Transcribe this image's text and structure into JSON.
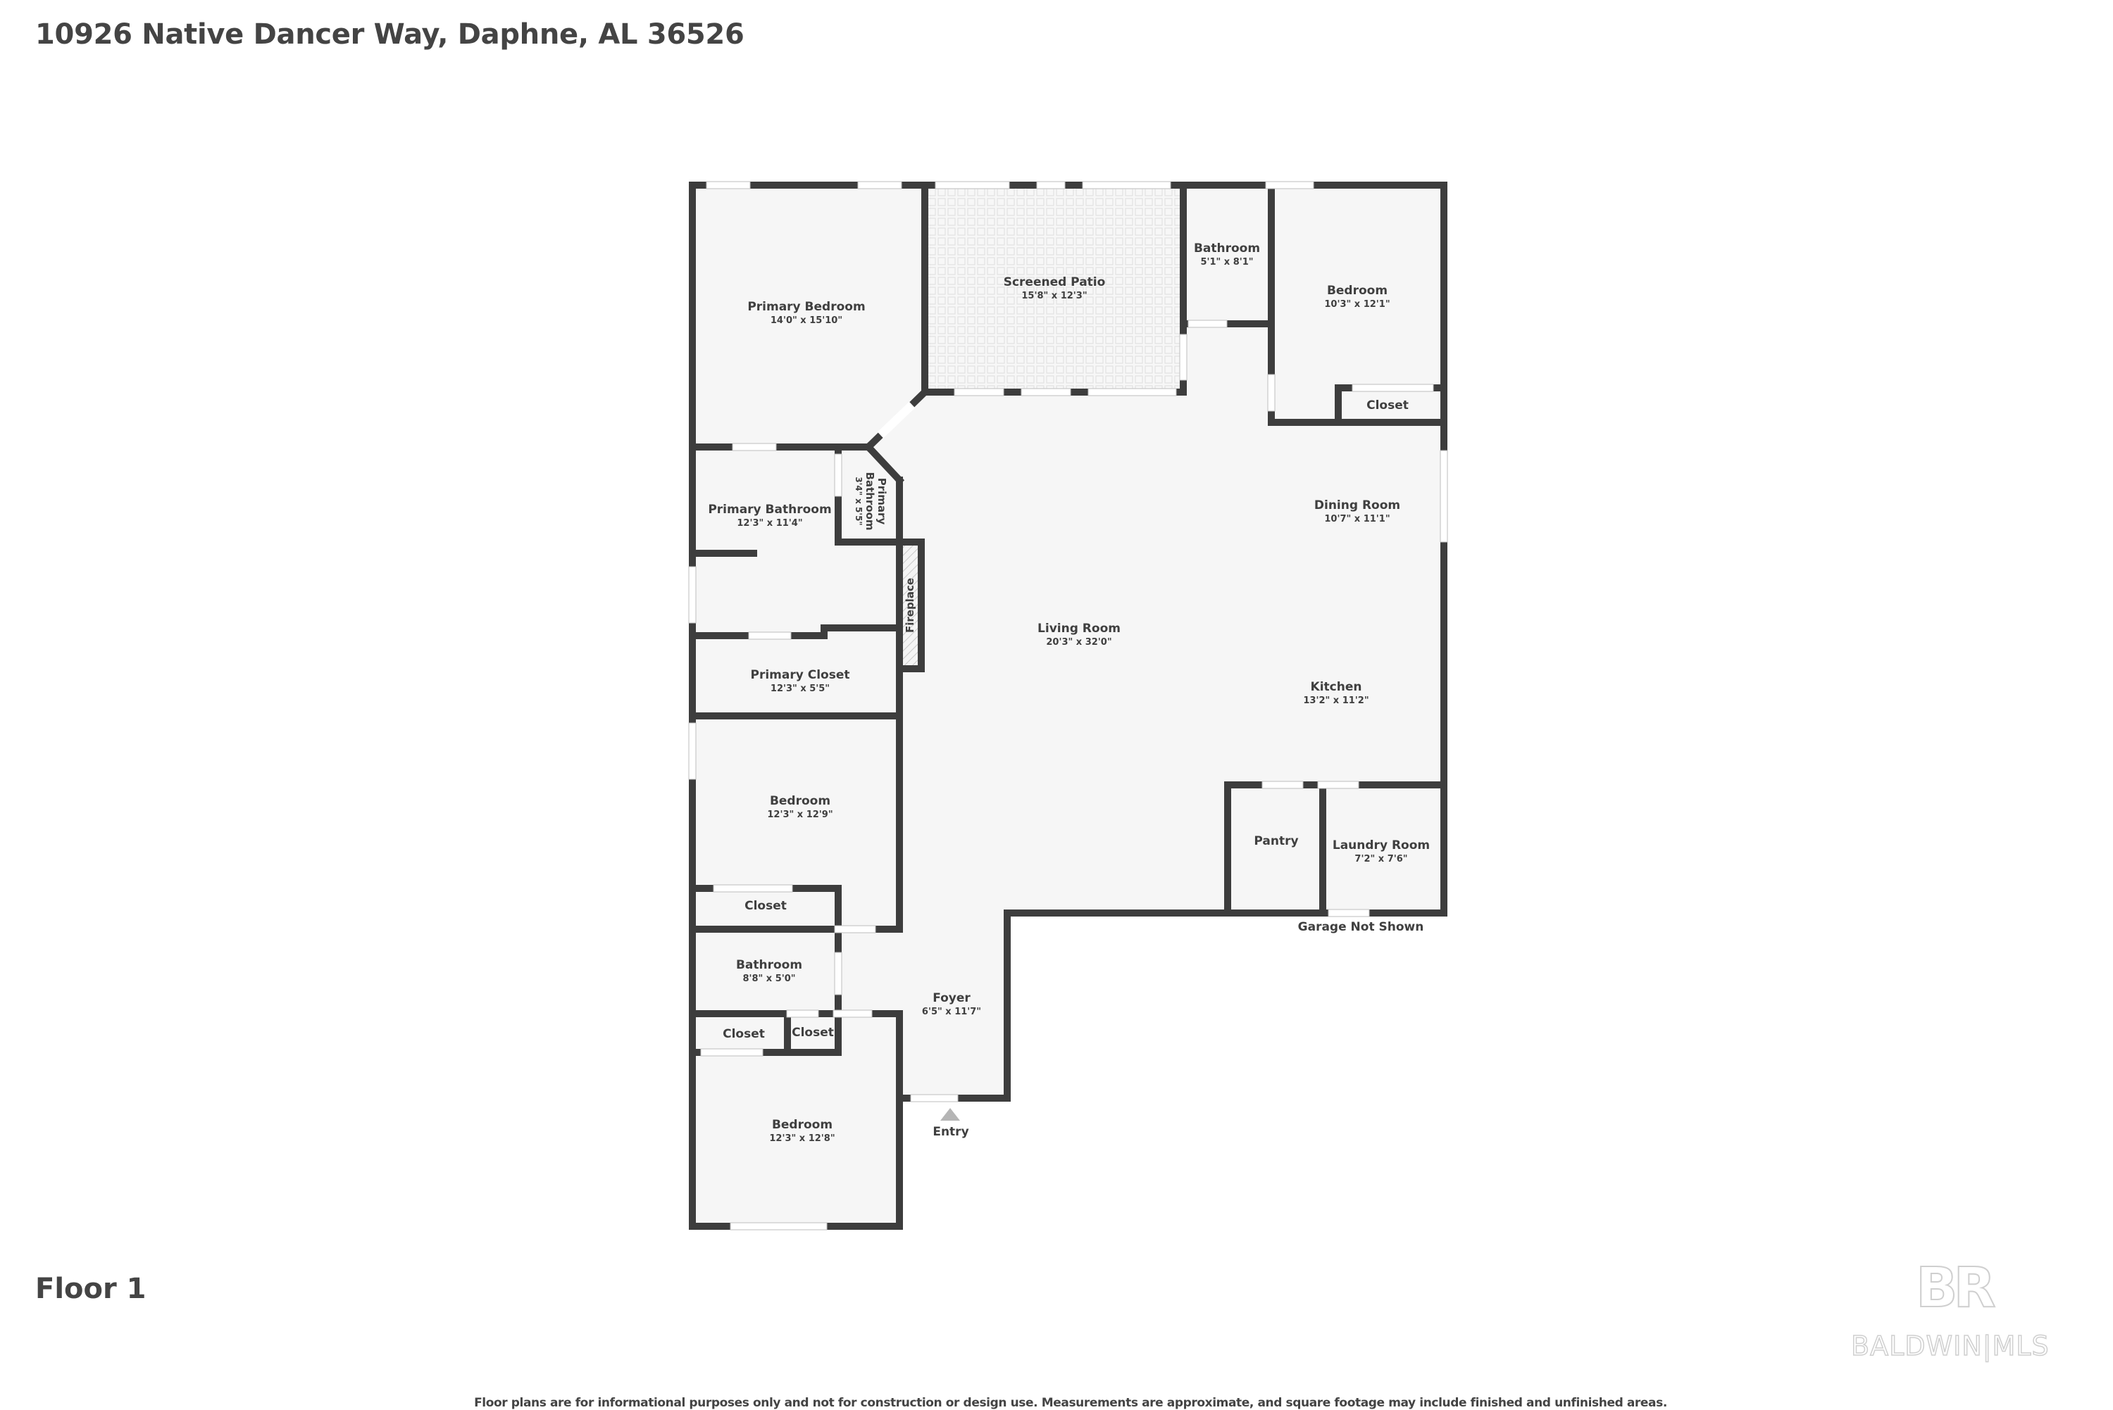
{
  "header": {
    "address": "10926 Native Dancer Way, Daphne, AL 36526"
  },
  "floor": {
    "label": "Floor 1"
  },
  "rooms": {
    "primary_bedroom": {
      "name": "Primary Bedroom",
      "dims": "14'0\" x 15'10\""
    },
    "screened_patio": {
      "name": "Screened Patio",
      "dims": "15'8\" x 12'3\""
    },
    "bathroom_top": {
      "name": "Bathroom",
      "dims": "5'1\" x 8'1\""
    },
    "bedroom_top": {
      "name": "Bedroom",
      "dims": "10'3\" x 12'1\""
    },
    "closet_top": {
      "name": "Closet"
    },
    "primary_bathroom": {
      "name": "Primary Bathroom",
      "dims": "12'3\" x 11'4\""
    },
    "primary_bathroom_small": {
      "name": "Primary Bathroom",
      "name_line1": "Primary",
      "name_line2": "Bathroom",
      "dims": "3'4\" x 5'5\""
    },
    "fireplace": {
      "name": "Fireplace"
    },
    "dining_room": {
      "name": "Dining Room",
      "dims": "10'7\" x 11'1\""
    },
    "living_room": {
      "name": "Living Room",
      "dims": "20'3\" x 32'0\""
    },
    "primary_closet": {
      "name": "Primary Closet",
      "dims": "12'3\" x 5'5\""
    },
    "kitchen": {
      "name": "Kitchen",
      "dims": "13'2\" x 11'2\""
    },
    "bedroom_middle": {
      "name": "Bedroom",
      "dims": "12'3\" x 12'9\""
    },
    "pantry": {
      "name": "Pantry"
    },
    "laundry_room": {
      "name": "Laundry Room",
      "dims": "7'2\" x 7'6\""
    },
    "closet_middle": {
      "name": "Closet"
    },
    "bathroom_bottom": {
      "name": "Bathroom",
      "dims": "8'8\" x 5'0\""
    },
    "foyer": {
      "name": "Foyer",
      "dims": "6'5\" x 11'7\""
    },
    "closet_bottom_left": {
      "name": "Closet"
    },
    "closet_bottom_right": {
      "name": "Closet"
    },
    "bedroom_bottom": {
      "name": "Bedroom",
      "dims": "12'3\" x 12'8\""
    }
  },
  "notes": {
    "garage": "Garage Not Shown",
    "entry": "Entry"
  },
  "footer": {
    "disclaimer": "Floor plans are for informational purposes only and not for construction or design use. Measurements are approximate, and square footage may include finished and unfinished areas."
  },
  "logo": {
    "mark": "BR",
    "brand": "BALDWIN|MLS"
  },
  "colors": {
    "wall": "#3d3d3d",
    "floor": "#f6f6f6",
    "text": "#3f3f3f",
    "entry_arrow": "#b5b5b5"
  }
}
